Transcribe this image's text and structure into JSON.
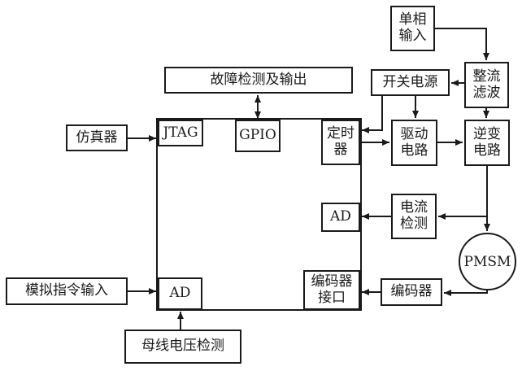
{
  "blocks": {
    "single_phase_input": "单相\n输入",
    "rectify_filter": "整流\n滤波",
    "fault_detect_output": "故障检测及输出",
    "switch_power": "开关电源",
    "simulator": "仿真器",
    "jtag": "JTAG",
    "gpio": "GPIO",
    "timer": "定时\n器",
    "drive_circuit": "驱动\n电路",
    "inverter_circuit": "逆变\n电路",
    "ad_right": "AD",
    "current_detect": "电流\n检测",
    "pmsm": "PMSM",
    "analog_cmd_input": "模拟指令输入",
    "ad_left": "AD",
    "encoder_interface": "编码器\n接口",
    "encoder": "编码器",
    "bus_voltage_detect": "母线电压检测"
  }
}
